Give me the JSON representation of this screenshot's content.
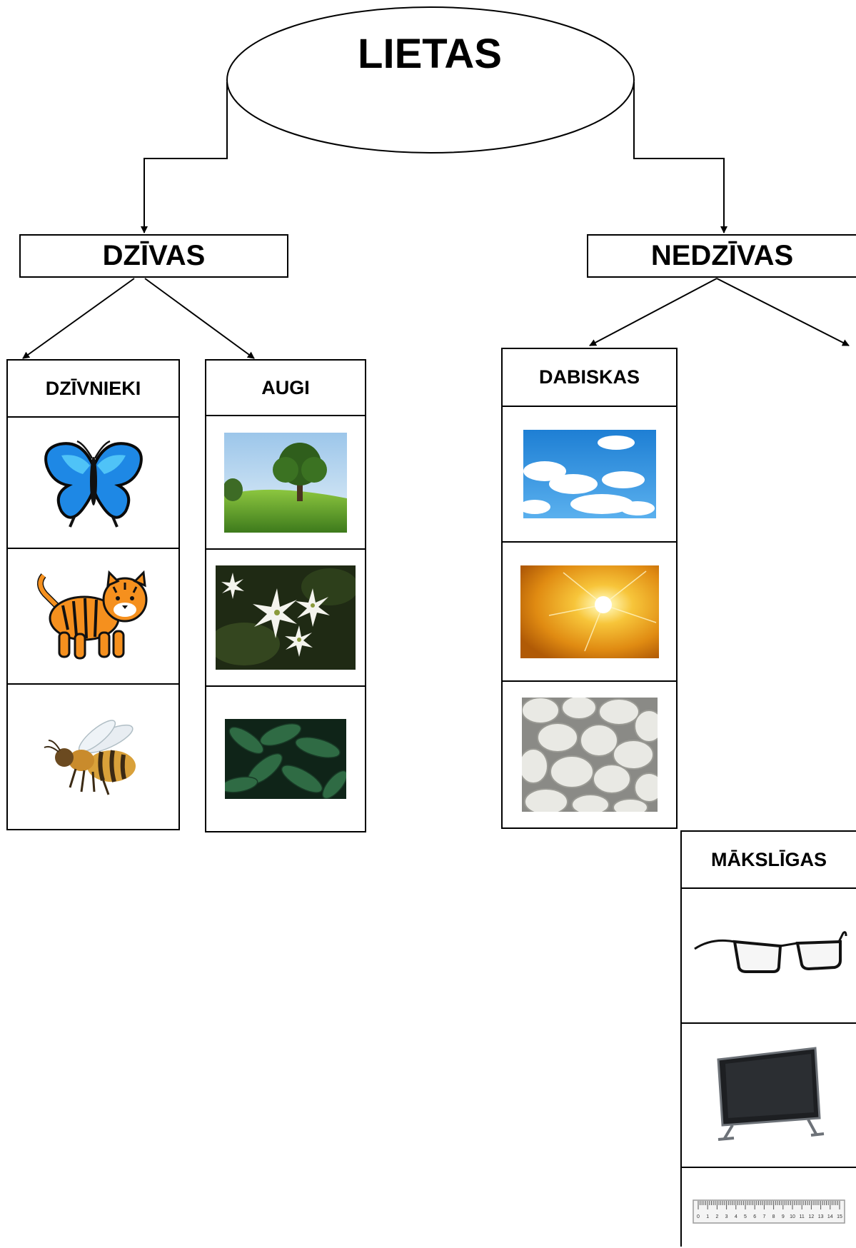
{
  "root": {
    "label": "LIETAS"
  },
  "level1": {
    "living": "DZĪVAS",
    "nonliving": "NEDZĪVAS"
  },
  "columns": {
    "animals": {
      "label": "DZĪVNIEKI",
      "items": [
        "butterfly-picture",
        "tiger-kitten-picture",
        "bee-picture"
      ]
    },
    "plants": {
      "label": "AUGI",
      "items": [
        "tree-meadow-photo",
        "white-flowers-photo",
        "green-leaves-photo"
      ]
    },
    "natural": {
      "label": "DABISKAS",
      "items": [
        "cloudy-sky-photo",
        "sun-photo",
        "white-pebbles-photo"
      ]
    },
    "artificial": {
      "label": "MĀKSLĪGAS",
      "items": [
        "eyeglasses-picture",
        "television-picture",
        "ruler-picture"
      ]
    }
  },
  "ruler": {
    "ticks": [
      "0",
      "1",
      "2",
      "3",
      "4",
      "5",
      "6",
      "7",
      "8",
      "9",
      "10",
      "11",
      "12",
      "13",
      "14",
      "15"
    ]
  }
}
